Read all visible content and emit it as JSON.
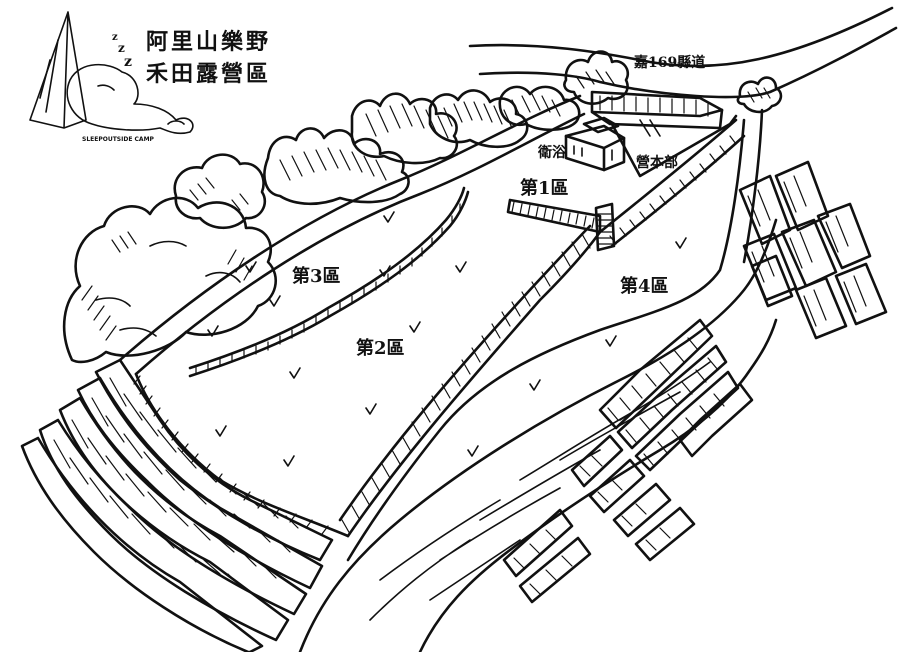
{
  "title": {
    "line1": "阿里山樂野",
    "line2": "禾田露營區"
  },
  "logo": {
    "brand": "SLEEPOUTSIDE CAMP",
    "sleep_marks": "Z Z Z"
  },
  "road": {
    "label": "嘉169縣道"
  },
  "buildings": {
    "bath": "衛浴",
    "office": "營本部"
  },
  "zones": {
    "zone1": "第1區",
    "zone2": "第2區",
    "zone3": "第3區",
    "zone4": "第4區"
  },
  "colors": {
    "ink": "#111111",
    "paper": "#ffffff"
  },
  "icons": [
    "tent-icon",
    "sleeping-face-icon",
    "tree-icon",
    "grass-tuft-icon"
  ]
}
